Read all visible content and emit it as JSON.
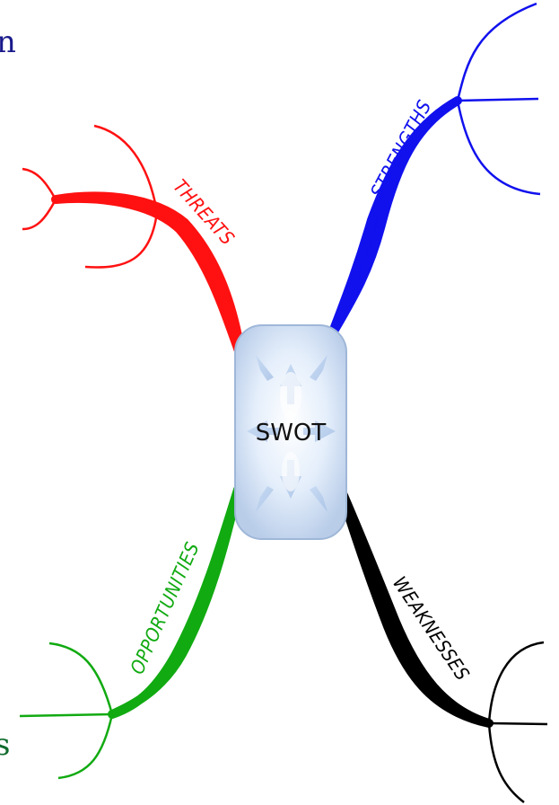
{
  "center": {
    "label": "SWOT"
  },
  "branches": {
    "strengths": {
      "label": "STRENGTHS",
      "color": "#1111ee"
    },
    "threats": {
      "label": "THREATS",
      "color": "#ff1111"
    },
    "opportunities": {
      "label": "OPPORTUNITIES",
      "color": "#11aa11"
    },
    "weaknesses": {
      "label": "WEAKNESSES",
      "color": "#000000"
    }
  },
  "edge_fragments": {
    "top_left": "n",
    "bottom_left": "s"
  }
}
